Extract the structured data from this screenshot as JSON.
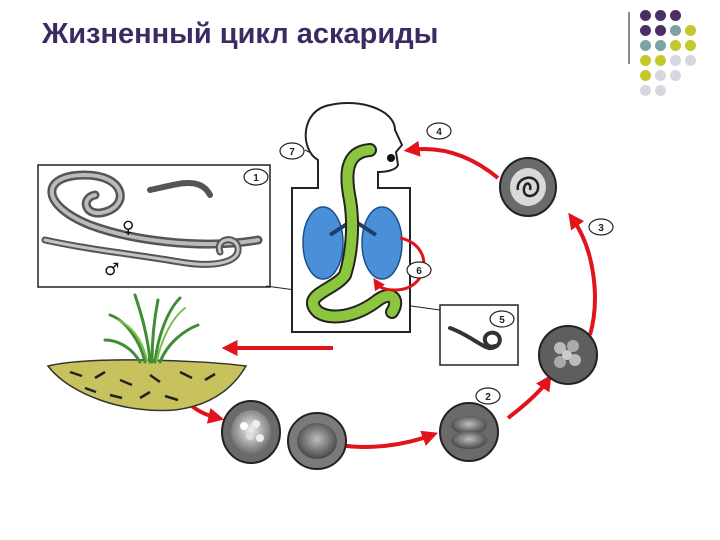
{
  "slide": {
    "title": "Жизненный цикл аскариды"
  },
  "decoration": {
    "dot_colors": [
      "#4b2e66",
      "#7aa3a6",
      "#c5c82d",
      "#d7d7e0"
    ]
  },
  "diagram": {
    "stage_labels": [
      "1",
      "2",
      "3",
      "4",
      "5",
      "6",
      "7"
    ],
    "female_symbol": "♀",
    "male_symbol": "♂",
    "arrow_color": "#e2141b",
    "intestine_color": "#8cc63f",
    "lung_color": "#4a90d9"
  }
}
